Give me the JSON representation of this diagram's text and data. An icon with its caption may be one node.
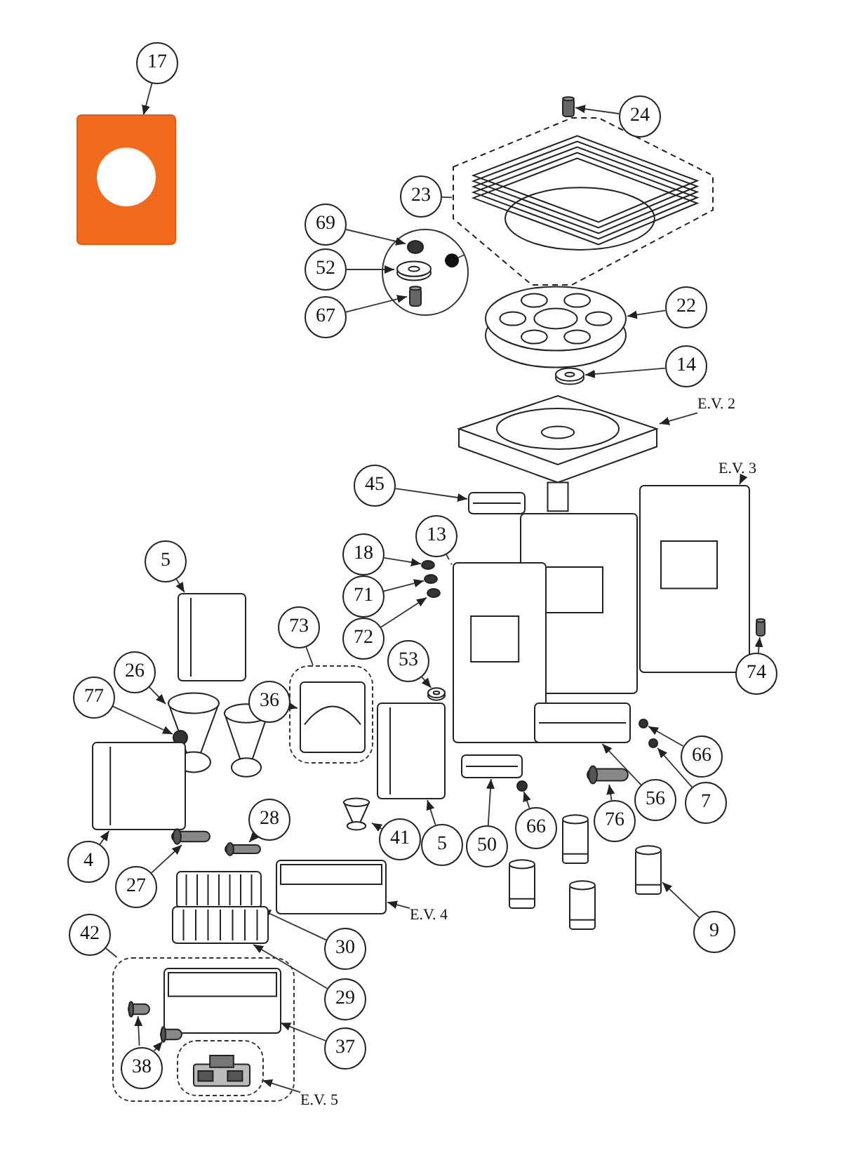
{
  "diagram": {
    "nodes": [
      {
        "text": [
          "17"
        ]
      },
      {
        "text": [],
        "shape": "picture"
      },
      {
        "text": [
          "24"
        ]
      },
      {
        "text": [],
        "shape": "bar"
      },
      {
        "text": [
          "23"
        ]
      },
      {
        "text": [],
        "shape": "picture"
      },
      {
        "text": [],
        "shape": "circle"
      },
      {
        "text": [],
        "shape": "circle",
        "in": 6
      },
      {
        "text": [],
        "shape": "picture",
        "in": 6
      },
      {
        "text": [],
        "shape": "bar",
        "in": 6
      },
      {
        "text": [
          "69"
        ]
      },
      {
        "text": [
          "52"
        ]
      },
      {
        "text": [
          "67"
        ]
      },
      {
        "text": [
          "22"
        ]
      },
      {
        "text": [],
        "shape": "picture"
      },
      {
        "text": [
          "14"
        ]
      },
      {
        "text": [],
        "shape": "picture"
      },
      {
        "text": [
          "E.V. 2"
        ]
      },
      {
        "text": [],
        "shape": "picture"
      },
      {
        "text": [
          "45"
        ]
      },
      {
        "text": [],
        "shape": "picture"
      },
      {
        "text": [
          "E.V. 3"
        ]
      },
      {
        "text": [],
        "shape": "picture"
      },
      {
        "text": [
          "13"
        ]
      },
      {
        "text": [],
        "shape": "picture"
      },
      {
        "text": [
          "18"
        ]
      },
      {
        "text": [
          "71"
        ]
      },
      {
        "text": [
          "72"
        ]
      },
      {
        "text": [],
        "shape": "circle"
      },
      {
        "text": [],
        "shape": "circle"
      },
      {
        "text": [],
        "shape": "circle"
      },
      {
        "text": [
          "5"
        ]
      },
      {
        "text": [],
        "shape": "picture"
      },
      {
        "text": [
          "73"
        ]
      },
      {
        "text": [],
        "shape": "box"
      },
      {
        "text": [],
        "shape": "picture",
        "in": 34
      },
      {
        "text": [
          "36"
        ]
      },
      {
        "text": [
          "53"
        ]
      },
      {
        "text": [],
        "shape": "picture"
      },
      {
        "text": [
          "26"
        ]
      },
      {
        "text": [],
        "shape": "picture"
      },
      {
        "text": [
          "77"
        ]
      },
      {
        "text": [],
        "shape": "circle"
      },
      {
        "text": [
          "74"
        ]
      },
      {
        "text": [],
        "shape": "bar"
      },
      {
        "text": [
          "4"
        ]
      },
      {
        "text": [],
        "shape": "picture"
      },
      {
        "text": [
          "27"
        ]
      },
      {
        "text": [],
        "shape": "bar"
      },
      {
        "text": [
          "28"
        ]
      },
      {
        "text": [],
        "shape": "bar"
      },
      {
        "text": [
          "41"
        ]
      },
      {
        "text": [],
        "shape": "picture"
      },
      {
        "text": [
          "5"
        ]
      },
      {
        "text": [],
        "shape": "picture"
      },
      {
        "text": [
          "50"
        ]
      },
      {
        "text": [],
        "shape": "picture"
      },
      {
        "text": [
          "66"
        ]
      },
      {
        "text": [],
        "shape": "circle"
      },
      {
        "text": [
          "76"
        ]
      },
      {
        "text": [],
        "shape": "bar"
      },
      {
        "text": [
          "56"
        ]
      },
      {
        "text": [],
        "shape": "picture"
      },
      {
        "text": [
          "7"
        ]
      },
      {
        "text": [],
        "shape": "circle"
      },
      {
        "text": [
          "66"
        ]
      },
      {
        "text": [],
        "shape": "circle"
      },
      {
        "text": [
          "9"
        ]
      },
      {
        "text": [],
        "shape": "picture"
      },
      {
        "text": [
          "E.V. 4"
        ]
      },
      {
        "text": [],
        "shape": "picture"
      },
      {
        "text": [
          "30"
        ]
      },
      {
        "text": [],
        "shape": "picture"
      },
      {
        "text": [
          "29"
        ]
      },
      {
        "text": [],
        "shape": "picture"
      },
      {
        "text": [
          "42"
        ]
      },
      {
        "text": [],
        "shape": "box"
      },
      {
        "text": [],
        "shape": "picture",
        "in": 76
      },
      {
        "text": [],
        "shape": "bar",
        "in": 76
      },
      {
        "text": [],
        "shape": "bar",
        "in": 76
      },
      {
        "text": [],
        "shape": "box",
        "in": 76
      },
      {
        "text": [],
        "shape": "picture",
        "in": 80
      },
      {
        "text": [
          "38"
        ],
        "in": 76
      },
      {
        "text": [
          "37"
        ]
      },
      {
        "text": [
          "E.V. 5"
        ]
      }
    ],
    "edges": [
      {
        "from": 0,
        "to": 1,
        "arrow": "to"
      },
      {
        "from": 2,
        "to": 3,
        "arrow": "to"
      },
      {
        "from": 4,
        "to": 5,
        "arrow": "none"
      },
      {
        "from": 10,
        "to": 7,
        "arrow": "to"
      },
      {
        "from": 11,
        "to": 8,
        "arrow": "to"
      },
      {
        "from": 12,
        "to": 9,
        "arrow": "to"
      },
      {
        "from": 6,
        "to": 5,
        "arrow": "other"
      },
      {
        "from": 13,
        "to": 14,
        "arrow": "to"
      },
      {
        "from": 15,
        "to": 16,
        "arrow": "to"
      },
      {
        "from": 17,
        "to": 18,
        "arrow": "to"
      },
      {
        "from": 19,
        "to": 20,
        "arrow": "to"
      },
      {
        "from": 21,
        "to": 22,
        "arrow": "to"
      },
      {
        "from": 23,
        "to": 24,
        "arrow": "none",
        "style": "dashed"
      },
      {
        "from": 25,
        "to": 28,
        "arrow": "to"
      },
      {
        "from": 26,
        "to": 29,
        "arrow": "to"
      },
      {
        "from": 27,
        "to": 30,
        "arrow": "to"
      },
      {
        "from": 31,
        "to": 32,
        "arrow": "to"
      },
      {
        "from": 33,
        "to": 34,
        "arrow": "none"
      },
      {
        "from": 36,
        "to": 35,
        "arrow": "to"
      },
      {
        "from": 37,
        "to": 38,
        "arrow": "to"
      },
      {
        "from": 39,
        "to": 40,
        "arrow": "to"
      },
      {
        "from": 41,
        "to": 42,
        "arrow": "to"
      },
      {
        "from": 43,
        "to": 44,
        "arrow": "to"
      },
      {
        "from": 45,
        "to": 46,
        "arrow": "to"
      },
      {
        "from": 47,
        "to": 48,
        "arrow": "to"
      },
      {
        "from": 49,
        "to": 50,
        "arrow": "to"
      },
      {
        "from": 51,
        "to": 52,
        "arrow": "to"
      },
      {
        "from": 53,
        "to": 54,
        "arrow": "to"
      },
      {
        "from": 55,
        "to": 56,
        "arrow": "to"
      },
      {
        "from": 57,
        "to": 58,
        "arrow": "to"
      },
      {
        "from": 59,
        "to": 60,
        "arrow": "to"
      },
      {
        "from": 61,
        "to": 62,
        "arrow": "to"
      },
      {
        "from": 63,
        "to": 64,
        "arrow": "to"
      },
      {
        "from": 65,
        "to": 66,
        "arrow": "to"
      },
      {
        "from": 67,
        "to": 68,
        "arrow": "to"
      },
      {
        "from": 69,
        "to": 70,
        "arrow": "to"
      },
      {
        "from": 71,
        "to": 72,
        "arrow": "to"
      },
      {
        "from": 73,
        "to": 74,
        "arrow": "to"
      },
      {
        "from": 75,
        "to": 76,
        "arrow": "none"
      },
      {
        "from": 82,
        "to": 78,
        "arrow": "to"
      },
      {
        "from": 82,
        "to": 79,
        "arrow": "to"
      },
      {
        "from": 83,
        "to": 77,
        "arrow": "to"
      },
      {
        "from": 84,
        "to": 80,
        "arrow": "to"
      }
    ]
  }
}
